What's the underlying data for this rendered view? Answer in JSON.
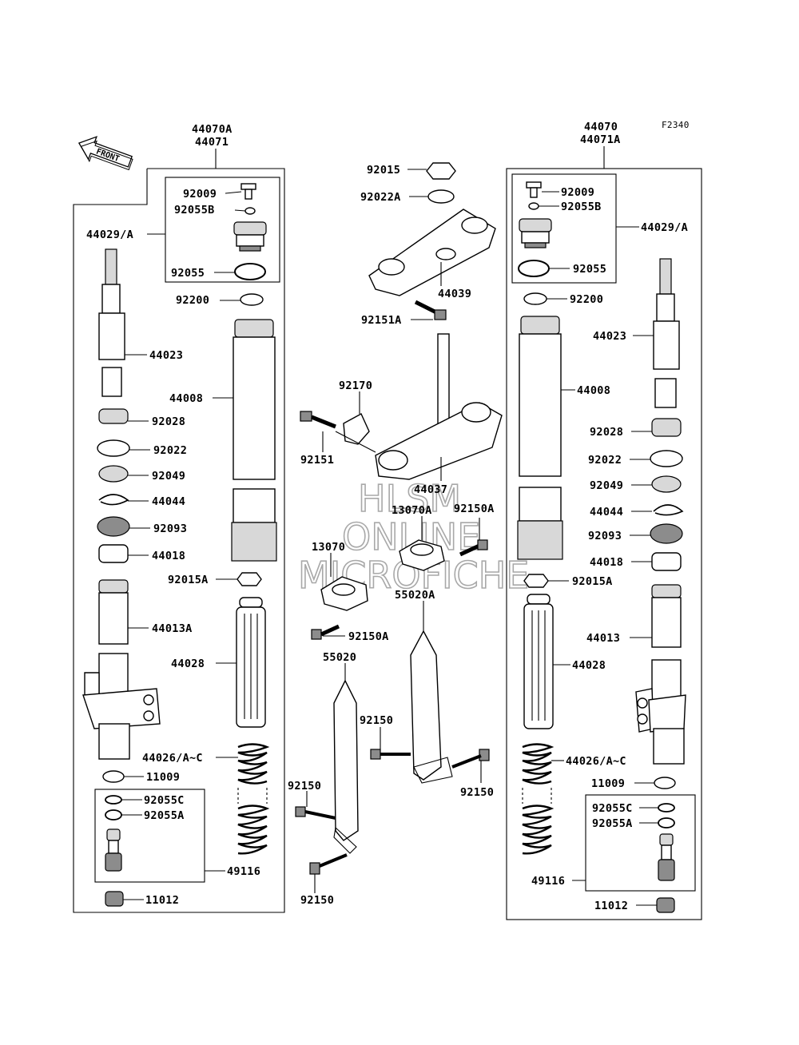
{
  "figure_code": "F2340",
  "front_arrow_text": "FRONT",
  "watermark": [
    "HLSM",
    "ONLINE",
    "MICROFICHE"
  ],
  "left_assembly": {
    "title_a": "44070A",
    "title_b": "44071",
    "labels": {
      "l92009": "92009",
      "l92055B": "92055B",
      "l44029": "44029/A",
      "l92055": "92055",
      "l92200": "92200",
      "l44023": "44023",
      "l44008": "44008",
      "l92028": "92028",
      "l92022": "92022",
      "l92049": "92049",
      "l44044": "44044",
      "l92093": "92093",
      "l44018": "44018",
      "l92015A": "92015A",
      "l44013A": "44013A",
      "l44028": "44028",
      "l44026": "44026/A~C",
      "l11009": "11009",
      "l92055C": "92055C",
      "l92055A": "92055A",
      "l49116": "49116",
      "l11012": "11012"
    }
  },
  "right_assembly": {
    "title_a": "44070",
    "title_b": "44071A",
    "labels": {
      "l92009": "92009",
      "l92055B": "92055B",
      "l44029": "44029/A",
      "l92055": "92055",
      "l92200": "92200",
      "l44023": "44023",
      "l44008": "44008",
      "l92028": "92028",
      "l92022": "92022",
      "l92049": "92049",
      "l44044": "44044",
      "l92093": "92093",
      "l44018": "44018",
      "l92015A": "92015A",
      "l44013": "44013",
      "l44028": "44028",
      "l44026": "44026/A~C",
      "l11009": "11009",
      "l92055C": "92055C",
      "l92055A": "92055A",
      "l49116": "49116",
      "l11012": "11012"
    }
  },
  "center": {
    "l92015": "92015",
    "l92022A": "92022A",
    "l44039": "44039",
    "l92151A": "92151A",
    "l92170": "92170",
    "l92151": "92151",
    "l44037": "44037",
    "l13070A": "13070A",
    "l92150A_top": "92150A",
    "l13070": "13070",
    "l55020A": "55020A",
    "l92150A_bottom": "92150A",
    "l55020": "55020",
    "l92150_a": "92150",
    "l92150_b": "92150",
    "l92150_c": "92150",
    "l92150_d": "92150"
  }
}
